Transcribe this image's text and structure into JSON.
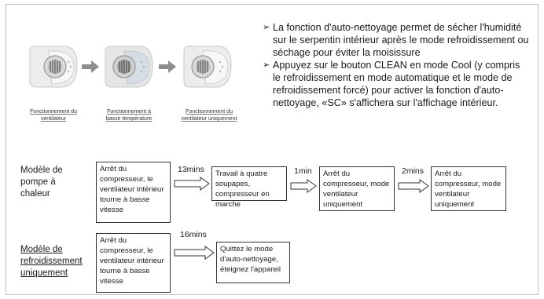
{
  "illustrations": [
    {
      "icon": "ac-unit-fan-icon",
      "caption": "Fonctionnement du ventilateur"
    },
    {
      "icon": "ac-unit-low-temp-icon",
      "caption": "Fonctionnement à basse température"
    },
    {
      "icon": "ac-unit-fan-only-icon",
      "caption": "Fonctionnement du ventilateur uniquement"
    }
  ],
  "bullets": [
    "La fonction d'auto-nettoyage permet de sécher l'humidité sur le serpentin intérieur après le mode refroidissement ou séchage pour éviter la moisissure",
    "Appuyez sur le bouton CLEAN en mode Cool (y compris le refroidissement en mode automatique et le mode de refroidissement forcé) pour activer la fonction d'auto-nettoyage, «SC» s'affichera sur l'affichage intérieur."
  ],
  "bullet_mark": "➢",
  "heat_pump": {
    "label": "Modèle de pompe à chaleur",
    "steps": [
      "Arrêt du compresseur, le ventilateur intérieur tourne à basse vitesse",
      "Travail à quatre soupapes, compresseur en marche",
      "Arrêt du compresseur, mode ventilateur uniquement",
      "Arrêt du compresseur, mode ventilateur uniquement"
    ],
    "durations": [
      "13mins",
      "1min",
      "2mins"
    ]
  },
  "cooling_only": {
    "label": "Modèle de refroidissement uniquement",
    "steps": [
      "Arrêt du compresseur, le ventilateur intérieur tourne à basse vitesse",
      "Quittez le mode d'auto-nettoyage, éteignez l'appareil"
    ],
    "durations": [
      "16mins"
    ]
  },
  "colors": {
    "unit_body": "#e9e9e9",
    "fan_grey": "#8a8a8a",
    "flow_arrow": "#8c8c8c",
    "low_temp_blue": "#c8d4e0"
  }
}
